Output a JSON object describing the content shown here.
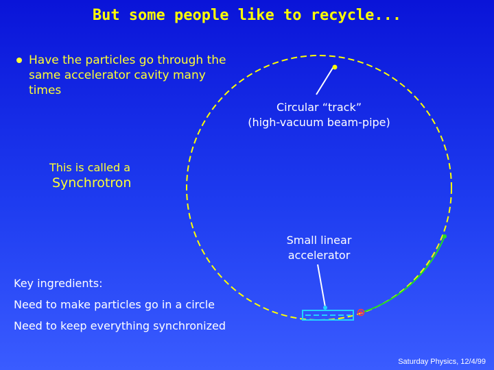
{
  "title": "But some people like to recycle...",
  "bullet": "Have the particles go through the same accelerator cavity many times",
  "track_label": {
    "line1": "Circular “track”",
    "line2": "(high-vacuum beam-pipe)"
  },
  "synchrotron": {
    "intro": "This is called a",
    "name": "Synchrotron"
  },
  "linac_label": {
    "line1": "Small linear",
    "line2": "accelerator"
  },
  "key": {
    "heading": "Key ingredients:",
    "item1": "Need to make particles go in a circle",
    "item2": "Need to keep everything synchronized"
  },
  "footer": "Saturday Physics, 12/4/99",
  "colors": {
    "title": "#ffff00",
    "track": "#ffff00",
    "beam_path": "#22dd22",
    "cavity": "#22d3ff",
    "particle": "#ff3b3b"
  }
}
